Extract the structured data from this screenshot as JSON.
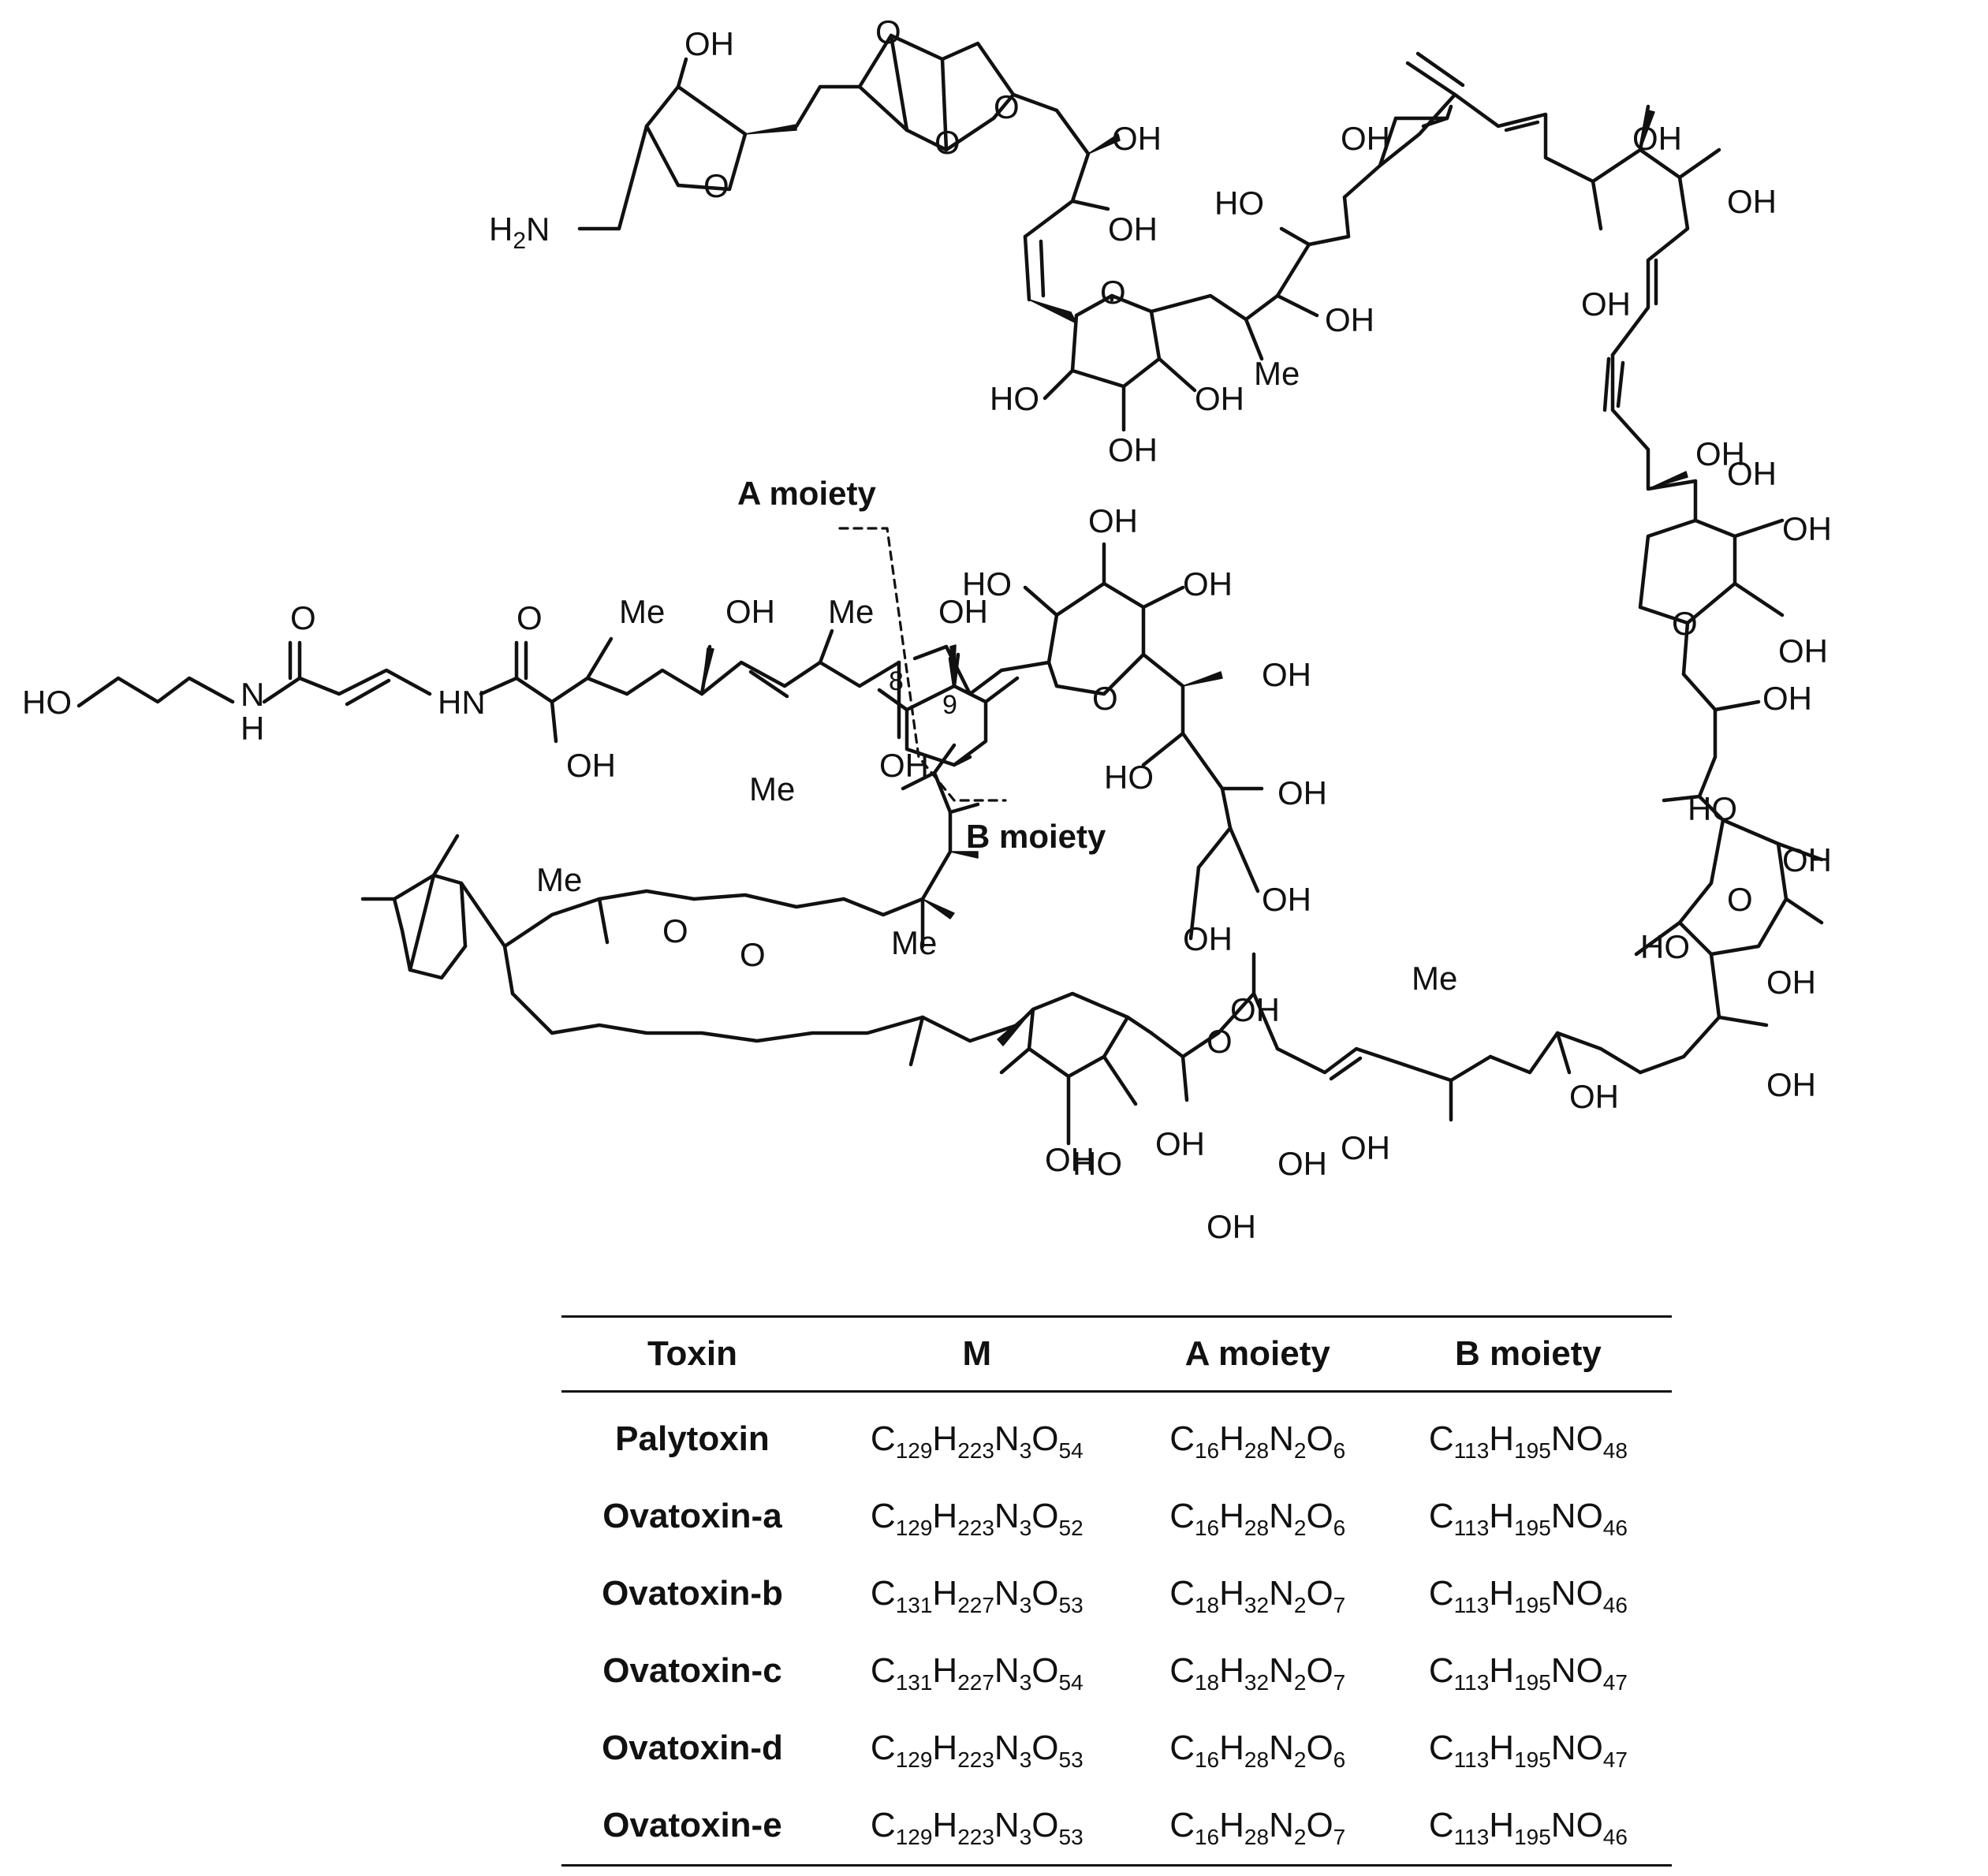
{
  "structure": {
    "group_labels": {
      "a_moiety": "A moiety",
      "b_moiety": "B moiety"
    },
    "cleavage_numbers": {
      "c8": "8",
      "c9": "9"
    },
    "atoms": {
      "oh": "OH",
      "ho": "HO",
      "o": "O",
      "me": "Me",
      "h2n": "H2N",
      "hn": "HN",
      "n": "N",
      "h": "H"
    }
  },
  "table": {
    "headers": [
      "Toxin",
      "M",
      "A moiety",
      "B moiety"
    ],
    "rows": [
      {
        "toxin": "Palytoxin",
        "m": "C129H223N3O54",
        "a": "C16H28N2O6",
        "b": "C113H195NO48"
      },
      {
        "toxin": "Ovatoxin-a",
        "m": "C129H223N3O52",
        "a": "C16H28N2O6",
        "b": "C113H195NO46"
      },
      {
        "toxin": "Ovatoxin-b",
        "m": "C131H227N3O53",
        "a": "C18H32N2O7",
        "b": "C113H195NO46"
      },
      {
        "toxin": "Ovatoxin-c",
        "m": "C131H227N3O54",
        "a": "C18H32N2O7",
        "b": "C113H195NO47"
      },
      {
        "toxin": "Ovatoxin-d",
        "m": "C129H223N3O53",
        "a": "C16H28N2O6",
        "b": "C113H195NO47"
      },
      {
        "toxin": "Ovatoxin-e",
        "m": "C129H223N3O53",
        "a": "C16H28N2O7",
        "b": "C113H195NO46"
      }
    ]
  }
}
